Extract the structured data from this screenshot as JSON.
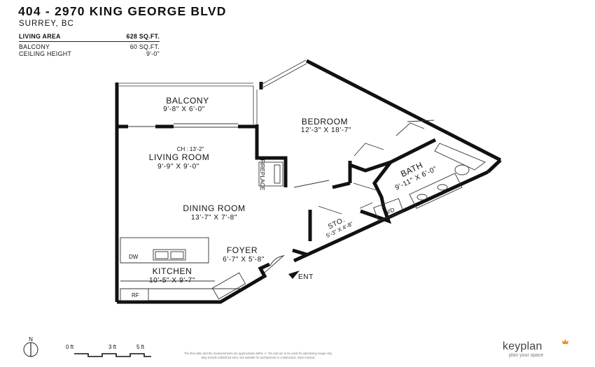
{
  "header": {
    "title": "404 - 2970 KING GEORGE BLVD",
    "subtitle": "SURREY, BC"
  },
  "specs": {
    "living_area_label": "LIVING AREA",
    "living_area_value": "628 SQ.FT.",
    "balcony_label": "BALCONY",
    "balcony_value": "60 SQ.FT.",
    "ceiling_label": "CEILING HEIGHT",
    "ceiling_value": "9'-0\""
  },
  "rooms": {
    "balcony": {
      "name": "BALCONY",
      "dims": "9'-8\"  X  6'-0\""
    },
    "bedroom": {
      "name": "BEDROOM",
      "dims": "12'-3\"  X  18'-7\""
    },
    "living": {
      "note": "CH : 13'-2\"",
      "name": "LIVING ROOM",
      "dims": "9'-9\"  X  9'-0\""
    },
    "dining": {
      "name": "DINING ROOM",
      "dims": "13'-7\"  X  7'-8\""
    },
    "foyer": {
      "name": "FOYER",
      "dims": "6'-7\" X 5'-8\""
    },
    "kitchen": {
      "name": "KITCHEN",
      "dims": "10'-5\"  X  9'-7\""
    },
    "bath": {
      "name": "BATH",
      "dims": "9'-11\" X 6'-0\""
    },
    "storage": {
      "name": "STO.",
      "dims": "5'-3\" X 4'-8\""
    }
  },
  "fixtures": {
    "fireplace": "FIREPLACE",
    "washer_dryer": "W/D",
    "dishwasher": "DW",
    "fridge": "RF",
    "entrance": "ENT"
  },
  "scale": {
    "north": "N",
    "label_0": "0 ft",
    "label_3": "3 ft",
    "label_5": "5 ft"
  },
  "disclaimer": {
    "line1": "The floor plan and the measurements are approximate within +/- 3% and are to be used for advertising usage only.",
    "line2": "May include unfinished area. Not suitable for architectural or construction. E&O Insured."
  },
  "branding": {
    "name": "keyplan",
    "tagline": "plan your space",
    "accent": "#f28a1b"
  },
  "colors": {
    "wall": "#111111",
    "thin_line": "#333333"
  }
}
